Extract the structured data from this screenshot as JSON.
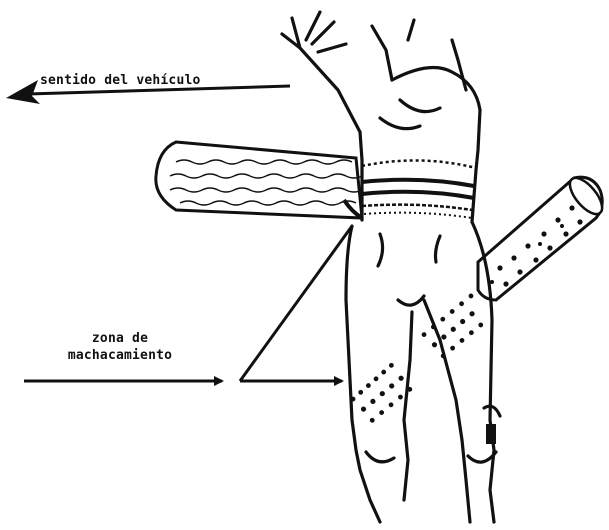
{
  "labels": {
    "direction": "sentido del vehículo",
    "zone_line1": "zona de",
    "zone_line2": "machacamiento"
  },
  "colors": {
    "ink": "#111111",
    "background": "#ffffff"
  }
}
